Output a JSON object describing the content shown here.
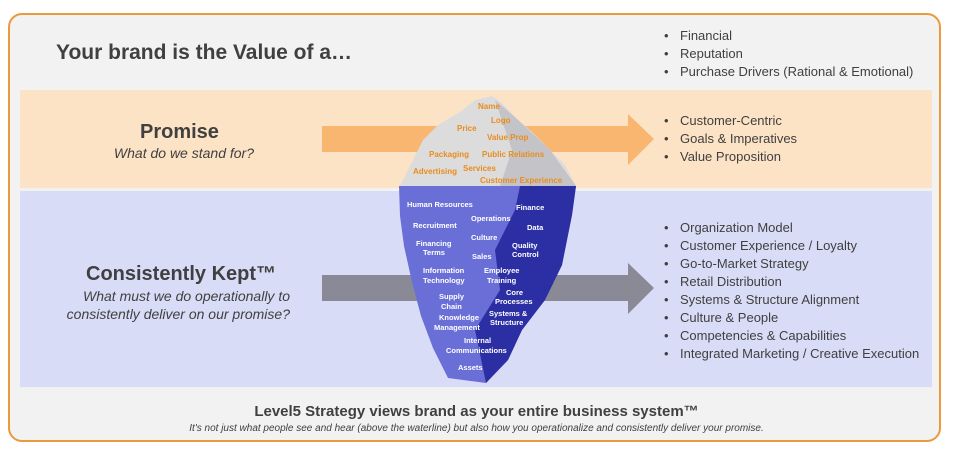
{
  "header": {
    "title": "Your brand is the Value of a…",
    "value_items": [
      "Financial",
      "Reputation",
      "Purchase Drivers (Rational & Emotional)"
    ]
  },
  "promise": {
    "title": "Promise",
    "subtitle": "What do we stand for?",
    "items": [
      "Customer-Centric",
      "Goals & Imperatives",
      "Value Proposition"
    ]
  },
  "kept": {
    "title": "Consistently Kept™",
    "subtitle_line1": "What must we do operationally to",
    "subtitle_line2": "consistently deliver on our promise?",
    "items": [
      "Organization Model",
      "Customer Experience / Loyalty",
      "Go-to-Market Strategy",
      "Retail Distribution",
      "Systems & Structure Alignment",
      "Culture & People",
      "Competencies & Capabilities",
      "Integrated Marketing / Creative Execution"
    ]
  },
  "iceberg": {
    "above": [
      "Name",
      "Logo",
      "Price",
      "Value Prop",
      "Packaging",
      "Public Relations",
      "Advertising",
      "Services",
      "Customer Experience"
    ],
    "below": [
      "Human Resources",
      "Finance",
      "Operations",
      "Recruitment",
      "Data",
      "Culture",
      "Financing",
      "Terms",
      "Quality",
      "Control",
      "Sales",
      "Information",
      "Technology",
      "Employee",
      "Training",
      "Supply",
      "Chain",
      "Core",
      "Processes",
      "Knowledge",
      "Management",
      "Systems &",
      "Structure",
      "Internal",
      "Communications",
      "Assets"
    ]
  },
  "footer": {
    "title": "Level5 Strategy views brand as your entire business system™",
    "subtitle": "It's not just what people see and hear (above the waterline) but also how you operationalize and consistently deliver your promise."
  },
  "colors": {
    "border": "#ea9a3c",
    "promise_band": "#fde3c6",
    "kept_band": "#d9dcf6",
    "promise_arrow": "#f8b670",
    "kept_arrow": "#898a96",
    "iceberg_dark": "#2b2fa3",
    "iceberg_light": "#6a6fd8",
    "tip_label": "#ea8c1c"
  }
}
